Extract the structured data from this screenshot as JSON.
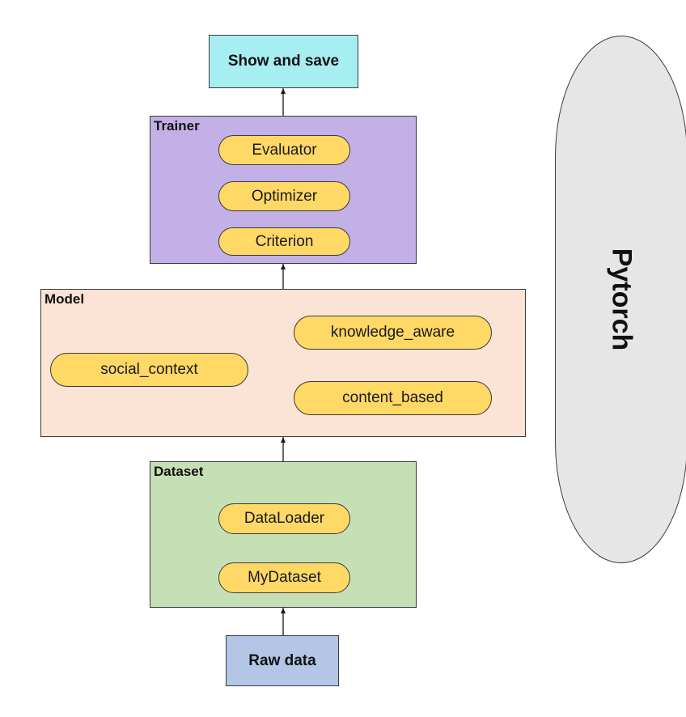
{
  "colors": {
    "show_save_fill": "#a6eef2",
    "trainer_fill": "#c3b0e6",
    "model_fill": "#fbe3d5",
    "dataset_fill": "#c6e0b5",
    "raw_data_fill": "#b3c6e6",
    "pill_fill": "#ffd866",
    "capsule_fill": "#e6e6e6",
    "stroke": "#3a3a3a"
  },
  "show_save": {
    "label": "Show and save"
  },
  "trainer": {
    "title": "Trainer",
    "items": [
      "Evaluator",
      "Optimizer",
      "Criterion"
    ]
  },
  "model": {
    "title": "Model",
    "items": [
      "knowledge_aware",
      "social_context",
      "content_based"
    ]
  },
  "dataset": {
    "title": "Dataset",
    "items": [
      "DataLoader",
      "MyDataset"
    ]
  },
  "raw_data": {
    "label": "Raw data"
  },
  "framework": {
    "label": "Pytorch"
  }
}
